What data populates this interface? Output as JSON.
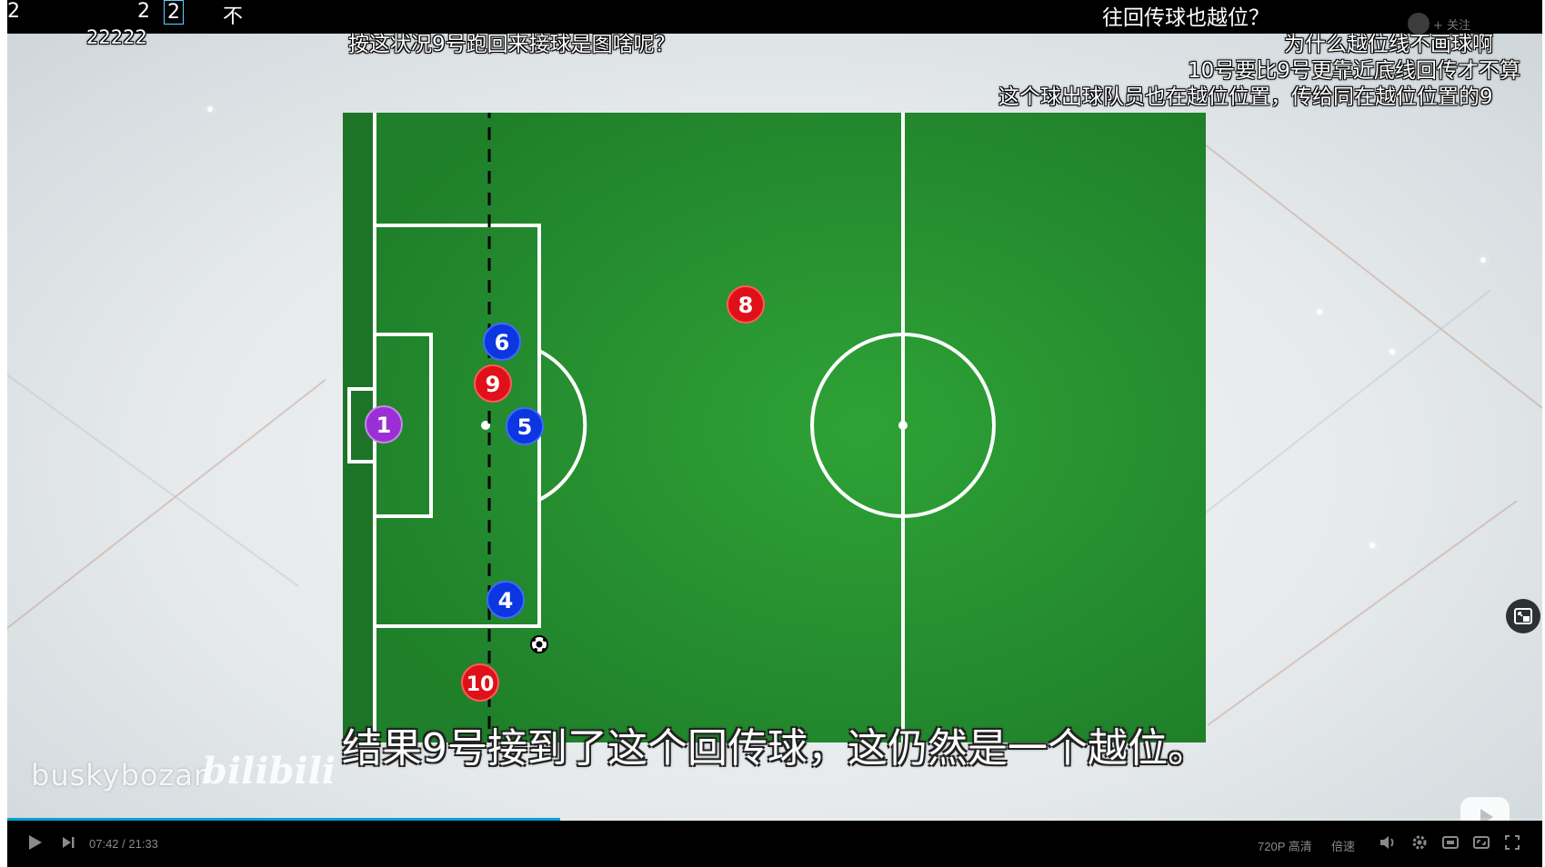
{
  "danmaku": {
    "top_left_1": "2",
    "top_left_2": "2",
    "top_left_3": "2",
    "top_left_4": "不",
    "row1_right": "往回传球也越位？",
    "row2_left": "22222",
    "row2_center": "按这状况9号跑回来接球是图啥呢？",
    "row2_right": "为什么越位线不画球啊",
    "row3_right": "10号要比9号更靠近底线回传才不算",
    "row4_right": "这个球出球队员也在越位位置，传给同在越位位置的9"
  },
  "follow": {
    "label": "+ 关注"
  },
  "players": {
    "gk": "1",
    "def_6": "6",
    "att_9": "9",
    "def_5": "5",
    "att_8": "8",
    "def_4": "4",
    "att_10": "10"
  },
  "colors": {
    "pitch_green": "#248f2c",
    "defender_blue": "#0b36e0",
    "attacker_red": "#e0101a",
    "goalkeeper_purple": "#9b2fd6"
  },
  "subtitle": "结果9号接到了这个回传球，这仍然是一个越位。",
  "watermark": {
    "user": "buskybozar",
    "logo": "bilibili"
  },
  "controls": {
    "time": "07:42 / 21:33",
    "progress": 0.36,
    "quality": "720P 高清",
    "speed": "倍速"
  },
  "icons": {
    "play": "play-icon",
    "next": "next-icon",
    "volume": "volume-icon",
    "settings": "gear-icon",
    "widescreen": "widescreen-icon",
    "webfullscreen": "web-fullscreen-icon",
    "fullscreen": "fullscreen-icon",
    "pip": "picture-in-picture-icon",
    "tv": "bilibili-tv-icon"
  }
}
